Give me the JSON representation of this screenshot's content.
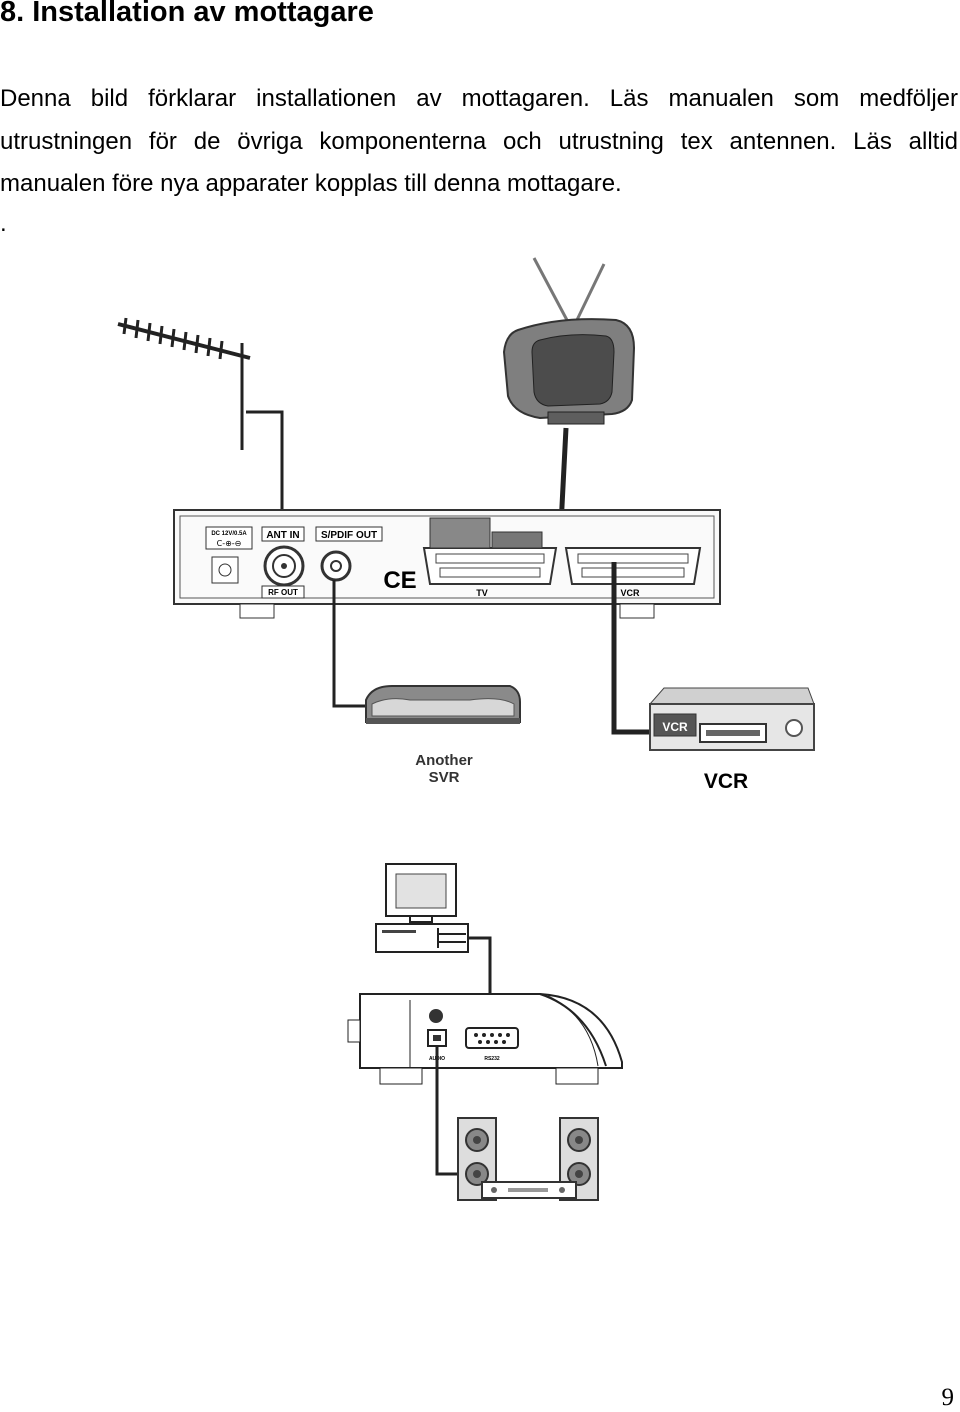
{
  "section": {
    "heading": "8. Installation av mottagare",
    "paragraph": "Denna bild förklarar installationen av mottagaren. Läs manualen som medföljer utrustningen för de övriga komponenterna och utrustning tex antennen. Läs alltid manualen före nya apparater kopplas till denna mottagare.",
    "stray_mark": "."
  },
  "diagram_top": {
    "ports": {
      "power": "DC 12V/0.5A",
      "ant_in": "ANT IN",
      "spdif_out": "S/PDIF OUT",
      "rf_out": "RF OUT"
    },
    "scart_tv": "TV",
    "scart_vcr": "VCR",
    "ce_mark": "CE",
    "another_label_line1": "Another",
    "another_label_line2": "SVR",
    "vcr_face": "VCR",
    "vcr_label": "VCR"
  },
  "diagram_bottom": {
    "port_left": "AUDIO",
    "port_right": "RS232"
  },
  "page_number": "9"
}
